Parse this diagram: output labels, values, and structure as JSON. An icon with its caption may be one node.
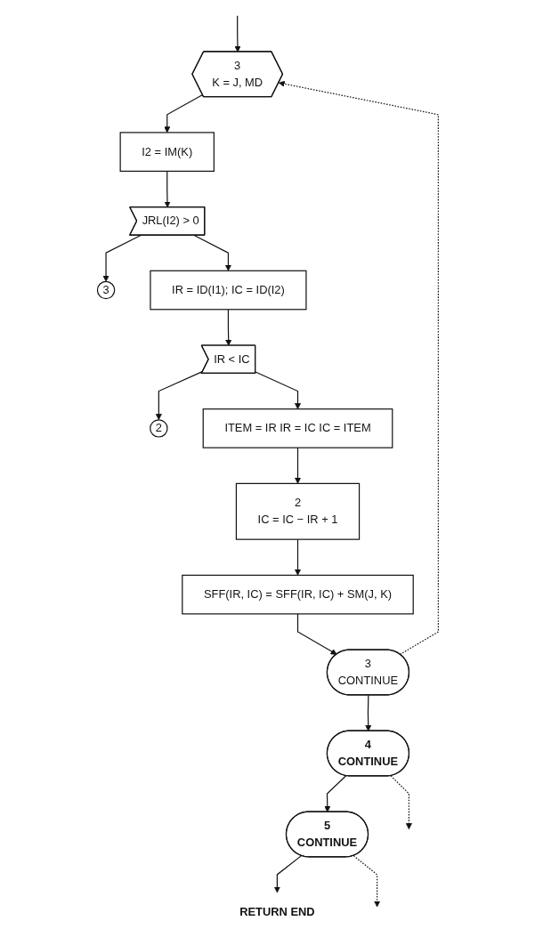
{
  "diagram": {
    "nodes": [
      {
        "text": [
          "3",
          "K = J, MD"
        ]
      },
      {
        "text": [
          "I2 = IM(K)"
        ]
      },
      {
        "text": [
          "JRL(I2) > 0"
        ]
      },
      {
        "text": [
          "3"
        ]
      },
      {
        "text": [
          "IR = ID(I1); IC = ID(I2)"
        ]
      },
      {
        "text": [
          "IR < IC"
        ]
      },
      {
        "text": [
          "2"
        ]
      },
      {
        "text": [
          "ITEM = IR IR = IC IC = ITEM"
        ]
      },
      {
        "text": [
          "2",
          "IC = IC − IR + 1"
        ]
      },
      {
        "text": [
          "SFF(IR, IC) = SFF(IR, IC) + SM(J, K)"
        ]
      },
      {
        "text": [
          "3",
          "CONTINUE"
        ]
      },
      {
        "text": [
          "4",
          "CONTINUE"
        ]
      },
      {
        "text": [
          "5",
          "CONTINUE"
        ]
      },
      {
        "text": [
          "RETURN END"
        ]
      }
    ],
    "edges": [
      {
        "from": null,
        "to": 0,
        "arrow": "to"
      },
      {
        "from": 0,
        "to": 1,
        "arrow": "to"
      },
      {
        "from": 1,
        "to": 2,
        "arrow": "to"
      },
      {
        "from": 2,
        "to": 3,
        "arrow": "to"
      },
      {
        "from": 2,
        "to": 4,
        "arrow": "to"
      },
      {
        "from": 4,
        "to": 5,
        "arrow": "to"
      },
      {
        "from": 5,
        "to": 6,
        "arrow": "to"
      },
      {
        "from": 5,
        "to": 7,
        "arrow": "to"
      },
      {
        "from": 7,
        "to": 8,
        "arrow": "to"
      },
      {
        "from": 8,
        "to": 9,
        "arrow": "to"
      },
      {
        "from": 9,
        "to": 10,
        "arrow": "to"
      },
      {
        "from": 10,
        "to": 11,
        "arrow": "to"
      },
      {
        "from": 11,
        "to": 12,
        "arrow": "to"
      },
      {
        "from": 12,
        "to": 13,
        "arrow": "to"
      },
      {
        "from": 10,
        "to": 0,
        "arrow": "to",
        "style": "dashed"
      },
      {
        "from": 11,
        "to": null,
        "arrow": "to",
        "style": "dashed"
      },
      {
        "from": 12,
        "to": null,
        "arrow": "to",
        "style": "dashed"
      }
    ]
  }
}
